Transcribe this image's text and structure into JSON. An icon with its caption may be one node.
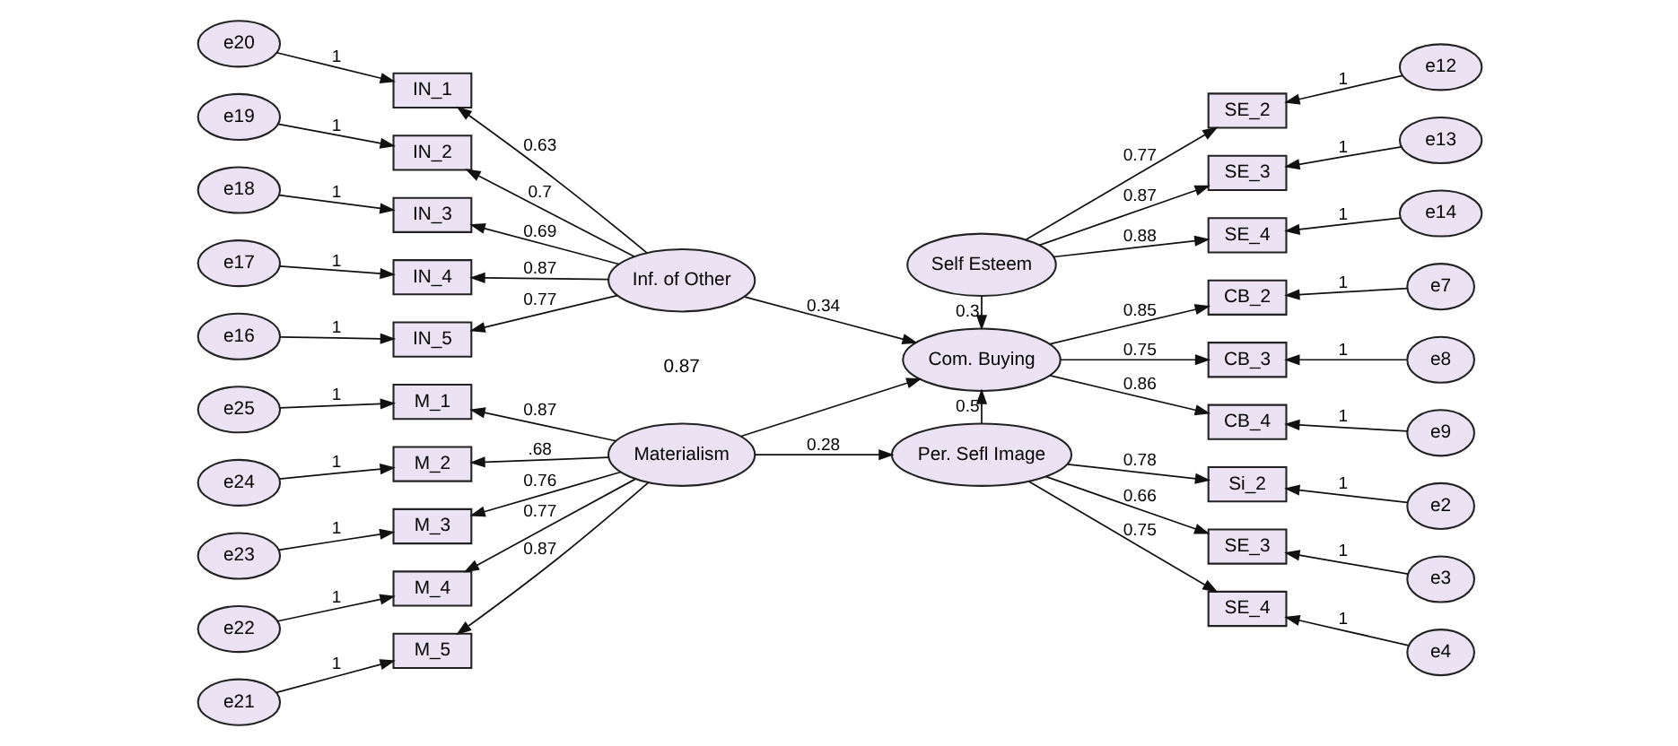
{
  "diagram": {
    "nodes": [
      {
        "text": [
          "Self Esteem"
        ]
      },
      {
        "text": [
          "SE_2"
        ]
      },
      {
        "text": [
          "SE_3"
        ]
      },
      {
        "text": [
          "SE_4"
        ]
      },
      {
        "text": [
          "e12"
        ]
      },
      {
        "text": [
          "e13"
        ]
      },
      {
        "text": [
          "e14"
        ]
      },
      {
        "text": [
          "e20"
        ]
      },
      {
        "text": [
          "IN_1"
        ]
      },
      {
        "text": [
          "e19"
        ]
      },
      {
        "text": [
          "IN_2"
        ]
      },
      {
        "text": [
          "e18"
        ]
      },
      {
        "text": [
          "IN_3"
        ]
      },
      {
        "text": [
          "e17"
        ]
      },
      {
        "text": [
          "IN_4"
        ]
      },
      {
        "text": [
          "e16"
        ]
      },
      {
        "text": [
          "IN_5"
        ]
      },
      {
        "text": [
          "Inf. of Other"
        ]
      },
      {
        "text": [
          "Com. Buying"
        ]
      },
      {
        "text": [
          "CB_2"
        ]
      },
      {
        "text": [
          "CB_3"
        ]
      },
      {
        "text": [
          "CB_4"
        ]
      },
      {
        "text": [
          "e7"
        ]
      },
      {
        "text": [
          "e8"
        ]
      },
      {
        "text": [
          "e9"
        ]
      },
      {
        "text": [
          "e25"
        ]
      },
      {
        "text": [
          "M_1"
        ]
      },
      {
        "text": [
          "e24"
        ]
      },
      {
        "text": [
          "M_2"
        ]
      },
      {
        "text": [
          "e23"
        ]
      },
      {
        "text": [
          "M_3"
        ]
      },
      {
        "text": [
          "e22"
        ]
      },
      {
        "text": [
          "M_4"
        ]
      },
      {
        "text": [
          "e21"
        ]
      },
      {
        "text": [
          "M_5"
        ]
      },
      {
        "text": [
          "Materialism"
        ]
      },
      {
        "text": [
          "Per. Sefl Image"
        ]
      },
      {
        "text": [
          "Si_2"
        ]
      },
      {
        "text": [
          "SE_3"
        ]
      },
      {
        "text": [
          "SE_4"
        ]
      },
      {
        "text": [
          "e2"
        ]
      },
      {
        "text": [
          "e3"
        ]
      },
      {
        "text": [
          "e4"
        ]
      }
    ],
    "edges": [
      {
        "from": 0,
        "to": 1,
        "arrow": "to",
        "label": "0.77"
      },
      {
        "from": 0,
        "to": 2,
        "arrow": "to",
        "label": "0.87"
      },
      {
        "from": 0,
        "to": 3,
        "arrow": "to",
        "label": "0.88"
      },
      {
        "from": 4,
        "to": 1,
        "arrow": "to",
        "label": "1"
      },
      {
        "from": 5,
        "to": 2,
        "arrow": "to",
        "label": "1"
      },
      {
        "from": 6,
        "to": 3,
        "arrow": "to",
        "label": "1"
      },
      {
        "from": 7,
        "to": 8,
        "arrow": "to",
        "label": "1"
      },
      {
        "from": 9,
        "to": 10,
        "arrow": "to",
        "label": "1"
      },
      {
        "from": 11,
        "to": 12,
        "arrow": "to",
        "label": "1"
      },
      {
        "from": 13,
        "to": 14,
        "arrow": "to",
        "label": "1"
      },
      {
        "from": 15,
        "to": 16,
        "arrow": "to",
        "label": "1"
      },
      {
        "from": 17,
        "to": 8,
        "arrow": "to",
        "label": "0.63"
      },
      {
        "from": 17,
        "to": 10,
        "arrow": "to",
        "label": "0.7"
      },
      {
        "from": 17,
        "to": 12,
        "arrow": "to",
        "label": "0.69"
      },
      {
        "from": 17,
        "to": 14,
        "arrow": "to",
        "label": "0.87"
      },
      {
        "from": 17,
        "to": 16,
        "arrow": "to",
        "label": "0.77"
      },
      {
        "from": 0,
        "to": 18,
        "arrow": "to",
        "label": "0.3"
      },
      {
        "from": 17,
        "to": 18,
        "arrow": "to",
        "label": "0.34"
      },
      {
        "from": 18,
        "to": 19,
        "arrow": "to",
        "label": "0.85"
      },
      {
        "from": 18,
        "to": 20,
        "arrow": "to",
        "label": "0.75"
      },
      {
        "from": 18,
        "to": 21,
        "arrow": "to",
        "label": "0.86"
      },
      {
        "from": 22,
        "to": 19,
        "arrow": "to",
        "label": "1"
      },
      {
        "from": 23,
        "to": 20,
        "arrow": "to",
        "label": "1"
      },
      {
        "from": 24,
        "to": 21,
        "arrow": "to",
        "label": "1"
      },
      {
        "from": 25,
        "to": 26,
        "arrow": "to",
        "label": "1"
      },
      {
        "from": 27,
        "to": 28,
        "arrow": "to",
        "label": "1"
      },
      {
        "from": 29,
        "to": 30,
        "arrow": "to",
        "label": "1"
      },
      {
        "from": 31,
        "to": 32,
        "arrow": "to",
        "label": "1"
      },
      {
        "from": 33,
        "to": 34,
        "arrow": "to",
        "label": "1"
      },
      {
        "from": 35,
        "to": 26,
        "arrow": "to",
        "label": "0.87"
      },
      {
        "from": 35,
        "to": 28,
        "arrow": "to",
        "label": ".68"
      },
      {
        "from": 35,
        "to": 30,
        "arrow": "to",
        "label": "0.76"
      },
      {
        "from": 35,
        "to": 32,
        "arrow": "to",
        "label": "0.77"
      },
      {
        "from": 35,
        "to": 34,
        "arrow": "to",
        "label": "0.87"
      },
      {
        "from": 35,
        "to": 18,
        "arrow": "to"
      },
      {
        "from": 35,
        "to": 36,
        "arrow": "to",
        "label": "0.28"
      },
      {
        "from": 36,
        "to": 18,
        "arrow": "to",
        "label": "0.5"
      },
      {
        "from": 36,
        "to": 37,
        "arrow": "to",
        "label": "0.78"
      },
      {
        "from": 36,
        "to": 38,
        "arrow": "to",
        "label": "0.66"
      },
      {
        "from": 36,
        "to": 39,
        "arrow": "to",
        "label": "0.75"
      },
      {
        "from": 40,
        "to": 37,
        "arrow": "to",
        "label": "1"
      },
      {
        "from": 41,
        "to": 38,
        "arrow": "to",
        "label": "1"
      },
      {
        "from": 42,
        "to": 39,
        "arrow": "to",
        "label": "1"
      }
    ],
    "labels": [
      "0.87"
    ]
  }
}
